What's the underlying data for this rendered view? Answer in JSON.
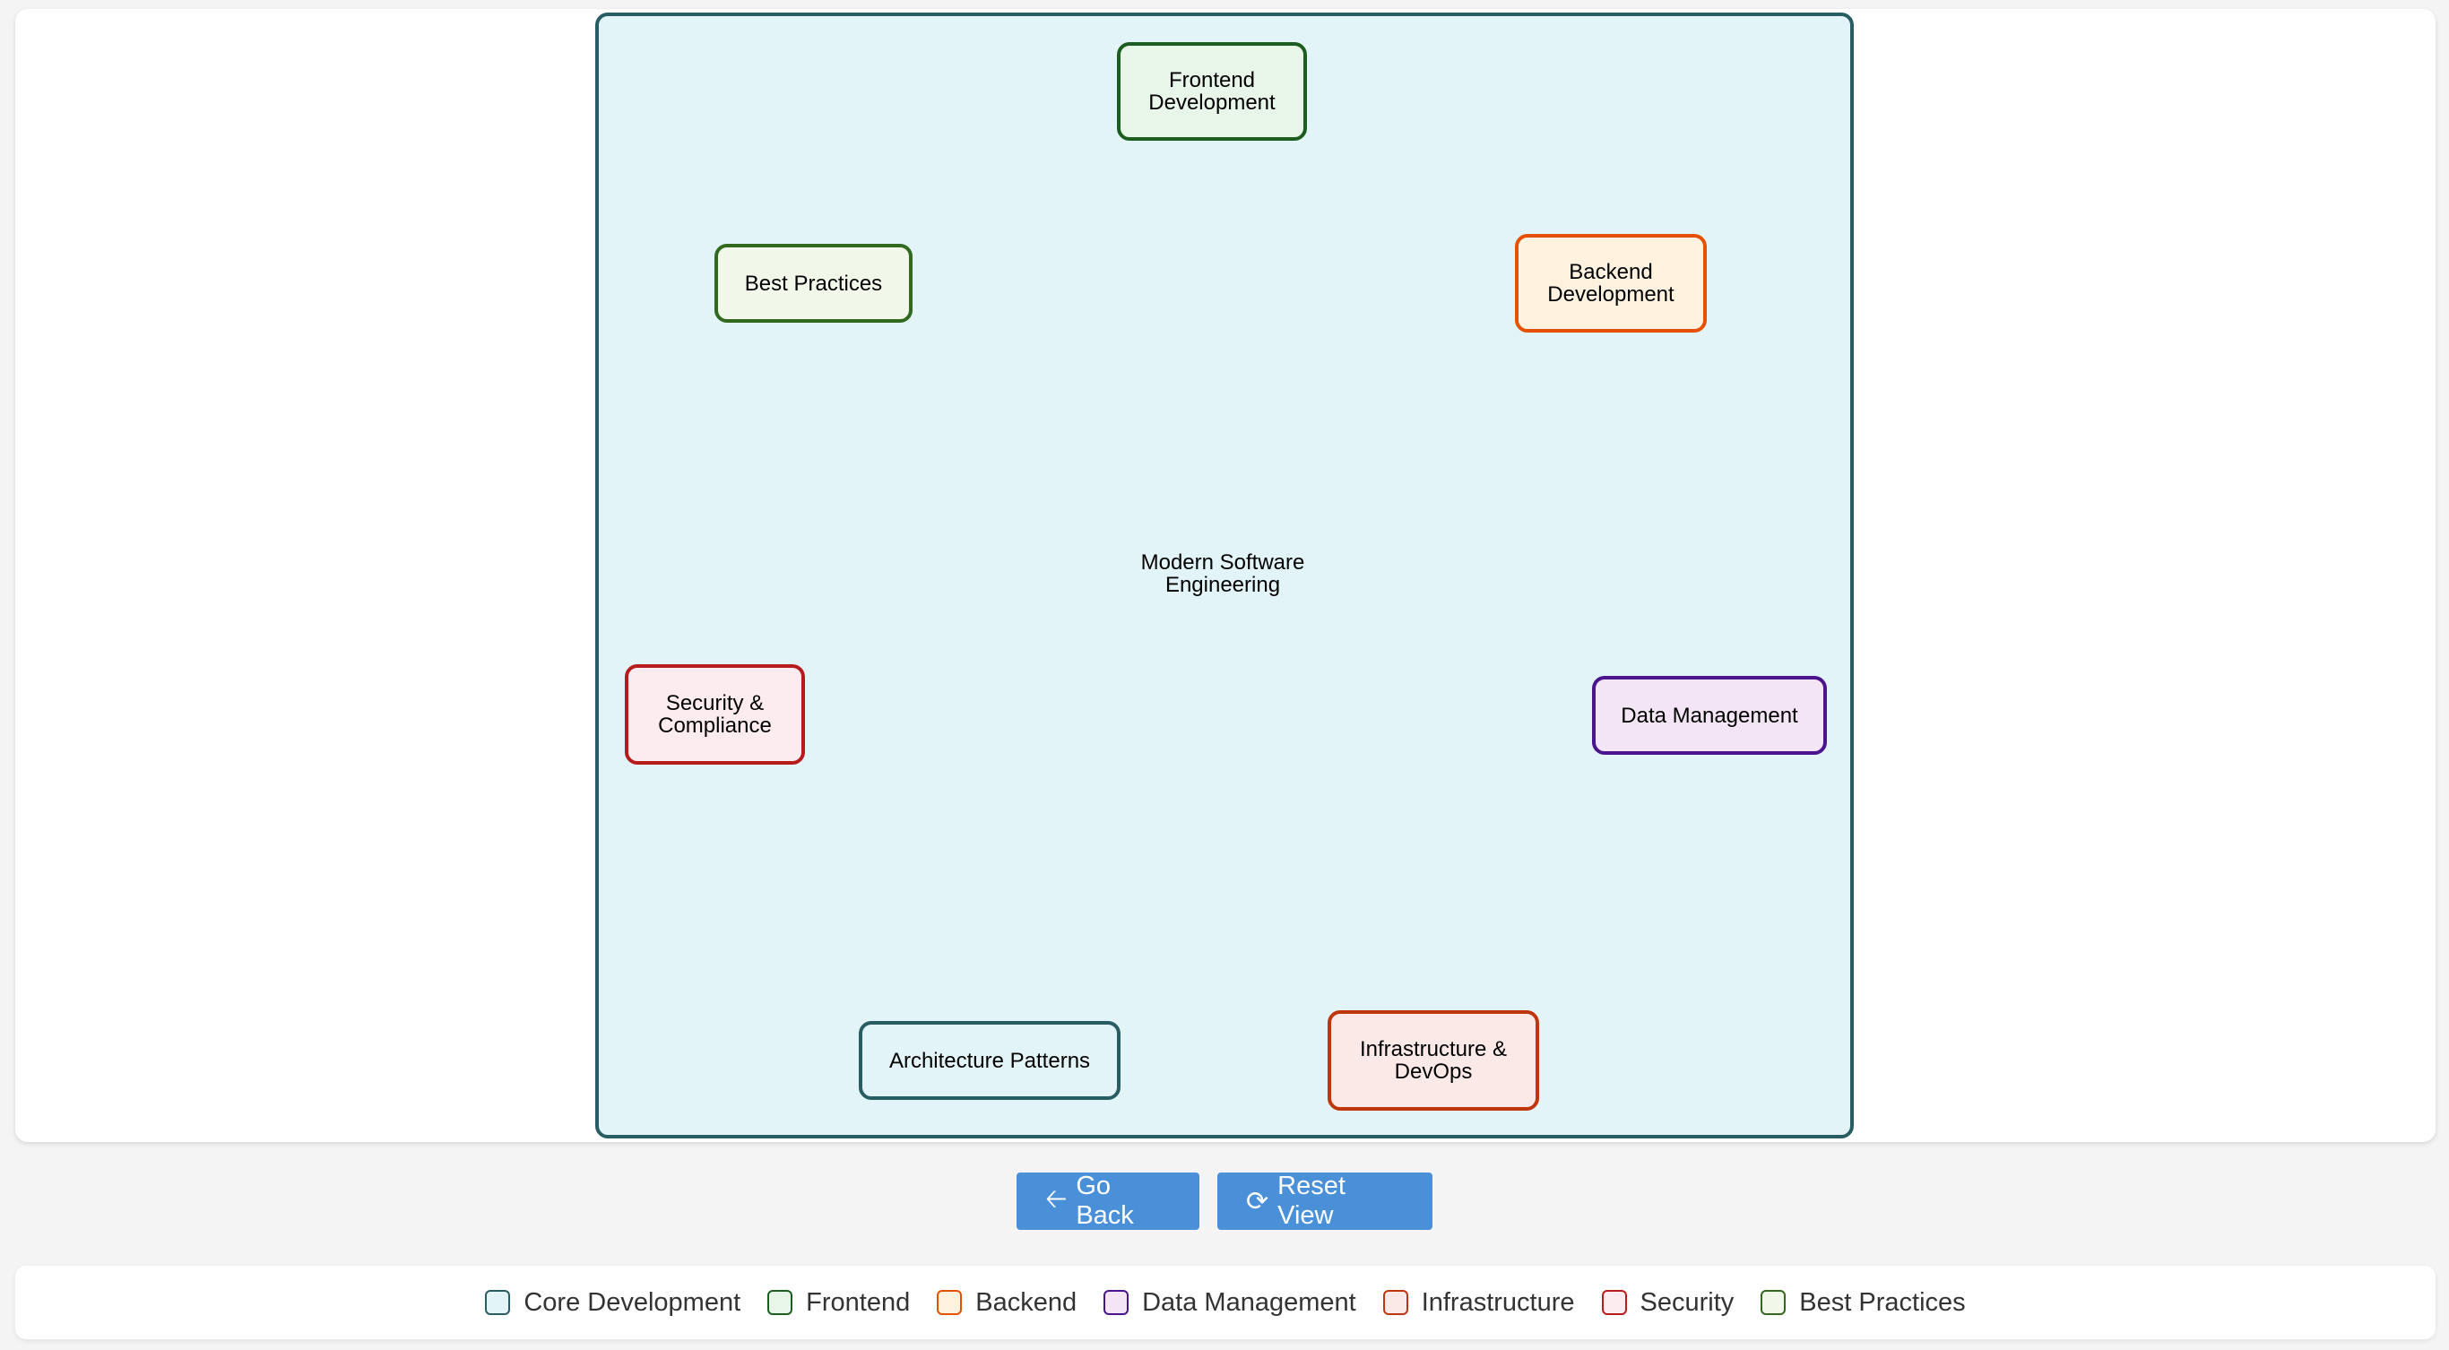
{
  "diagram": {
    "center_label": "Modern Software Engineering",
    "nodes": [
      {
        "label": "Frontend Development",
        "fill": "#e8f5e9",
        "stroke": "#1b5e20"
      },
      {
        "label": "Backend Development",
        "fill": "#fff3e0",
        "stroke": "#e65100"
      },
      {
        "label": "Data Management",
        "fill": "#f3e5f5",
        "stroke": "#4a148c"
      },
      {
        "label": "Infrastructure & DevOps",
        "fill": "#fbe9e7",
        "stroke": "#bf360c"
      },
      {
        "label": "Architecture Patterns",
        "fill": "#e3f4f9",
        "stroke": "#275d63"
      },
      {
        "label": "Security & Compliance",
        "fill": "#fdecef",
        "stroke": "#b71c1c"
      },
      {
        "label": "Best Practices",
        "fill": "#f1f8e9",
        "stroke": "#33691e"
      }
    ]
  },
  "controls": {
    "back_label": "Go Back",
    "reset_label": "Reset View"
  },
  "legend": [
    {
      "label": "Core Development",
      "fill": "#e3f4f9",
      "stroke": "#275d63"
    },
    {
      "label": "Frontend",
      "fill": "#e8f5e9",
      "stroke": "#1b5e20"
    },
    {
      "label": "Backend",
      "fill": "#fff3e0",
      "stroke": "#e65100"
    },
    {
      "label": "Data Management",
      "fill": "#f3e5f5",
      "stroke": "#4a148c"
    },
    {
      "label": "Infrastructure",
      "fill": "#fbe9e7",
      "stroke": "#bf360c"
    },
    {
      "label": "Security",
      "fill": "#fdecef",
      "stroke": "#b71c1c"
    },
    {
      "label": "Best Practices",
      "fill": "#f1f8e9",
      "stroke": "#33691e"
    }
  ]
}
